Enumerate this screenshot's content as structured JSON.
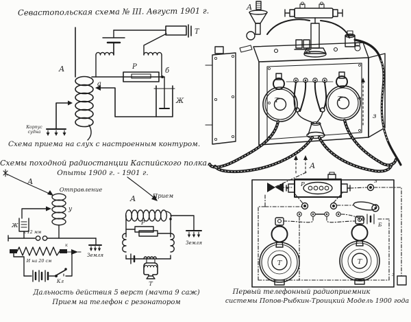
{
  "scheme_sevastopol": {
    "title": "Севастопольская схема № III. Август 1901 г.",
    "caption": "Схема приема на слух с настроенным контуром.",
    "label_antenna": "А",
    "label_a": "а",
    "label_b": "б",
    "label_detector": "Р",
    "label_phone": "Т",
    "label_jar": "Ж",
    "label_hull_line1": "Корпус",
    "label_hull_line2": "судна"
  },
  "scheme_caspian": {
    "title_line1": "Схемы походной радиостанции Каспийского полка.",
    "title_line2": "Опыты 1900 г. - 1901 г.",
    "caption_line1": "Дальность действия 5 верст (мачта 9 саж)",
    "caption_line2": "Прием на телефон с резонатором",
    "tx_label": "Отправление",
    "tx_antenna": "А",
    "tx_coil": "у",
    "tx_jar": "Ж",
    "tx_gap": "к 12 мм",
    "tx_induction": "И на 20 см",
    "tx_k": "к",
    "tx_ground": "Земля",
    "tx_key": "Кл",
    "rx_label": "Прием",
    "rx_antenna": "А",
    "rx_detector": "Р",
    "rx_ground": "Земля",
    "rx_phone": "Т"
  },
  "apparatus": {
    "label_antenna": "А",
    "label_phone_left": "Т",
    "label_phone_right": "Т",
    "label_cable": "з",
    "label_arrows": "А"
  },
  "model1900": {
    "caption_line1": "Первый телефонный радиоприемник",
    "caption_line2": "системы Попов-Рыбкин-Троицкий   Модель 1900 года",
    "label_detector": "Р",
    "label_terminal": "з",
    "label_battery": "Б",
    "label_phone_left": "Т",
    "label_phone_right": "Т",
    "label_ground": "з"
  }
}
